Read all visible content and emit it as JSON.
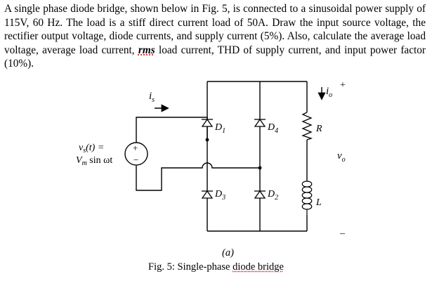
{
  "problem": {
    "text_before": "A single phase diode bridge, shown below in Fig. 5, is connected to a sinusoidal power supply of 115V, 60 Hz. The load is a stiff direct current load of 50A. Draw the input source voltage, the rectifier output voltage, diode currents, and supply current (5%). Also, calculate the average load voltage, average load current, ",
    "rms_word": "rms",
    "text_after": " load current, THD of supply current, and input power factor (10%)."
  },
  "circuit": {
    "source": {
      "line1": "v",
      "line1_sub": "s",
      "line1_rest": "(t) =",
      "line2": "V",
      "line2_sub": "m",
      "line2_rest": " sin ωt",
      "plus": "+",
      "minus": "−"
    },
    "is": {
      "main": "i",
      "sub": "s"
    },
    "io": {
      "main": "i",
      "sub": "o"
    },
    "diodes": {
      "d1": {
        "main": "D",
        "sub": "1"
      },
      "d4": {
        "main": "D",
        "sub": "4"
      },
      "d3": {
        "main": "D",
        "sub": "3"
      },
      "d2": {
        "main": "D",
        "sub": "2"
      }
    },
    "R": "R",
    "L": "L",
    "vo": {
      "main": "v",
      "sub": "o"
    },
    "out_plus": "+",
    "out_minus": "–"
  },
  "sublabel": "(a)",
  "caption": {
    "before": "Fig. 5: Single-phase ",
    "underlined": "diode bridge"
  }
}
